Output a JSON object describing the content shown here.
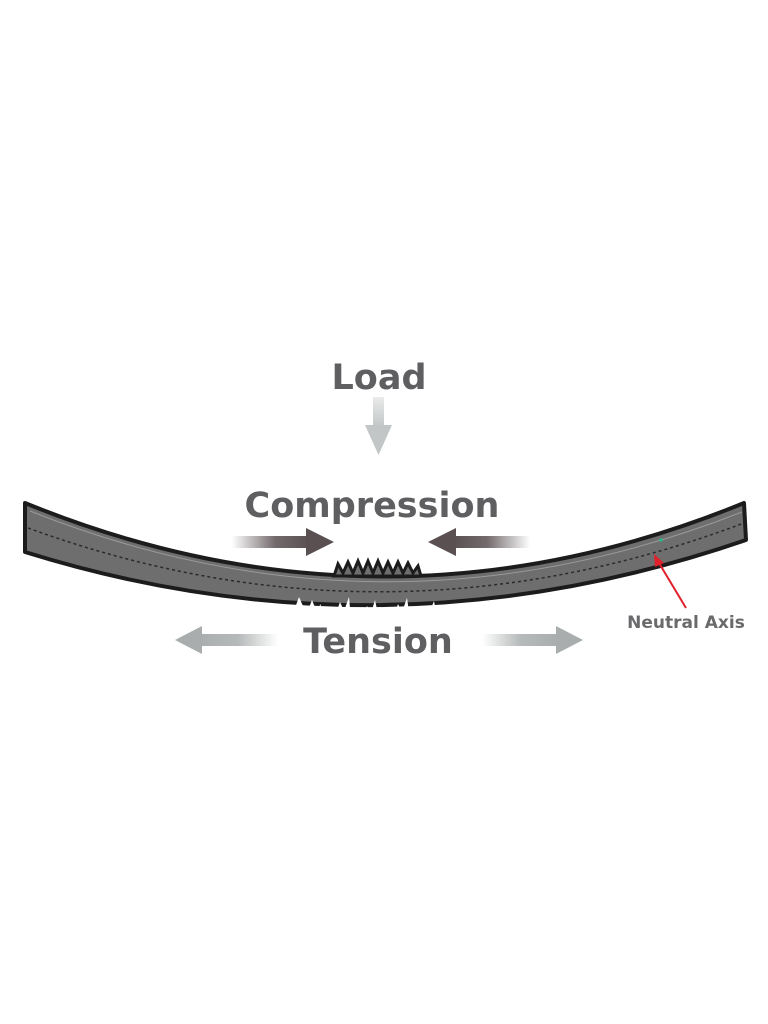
{
  "labels": {
    "load": "Load",
    "compression": "Compression",
    "tension": "Tension",
    "neutral_axis": "Neutral Axis"
  },
  "colors": {
    "beam_fill": "#6e6e6e",
    "beam_outline": "#1c1c1c",
    "label_text": "#5f5f61",
    "load_arrow": "#c2c6c6",
    "compression_arrow": "#5a5052",
    "tension_arrow": "#a9adad",
    "neutral_axis_pointer": "#e0202a",
    "neutral_axis_dot": "#1fbf8a"
  },
  "icons": {
    "load": "down-arrow-icon",
    "compression_left": "right-arrow-icon",
    "compression_right": "left-arrow-icon",
    "tension_left": "left-arrow-icon",
    "tension_right": "right-arrow-icon"
  }
}
